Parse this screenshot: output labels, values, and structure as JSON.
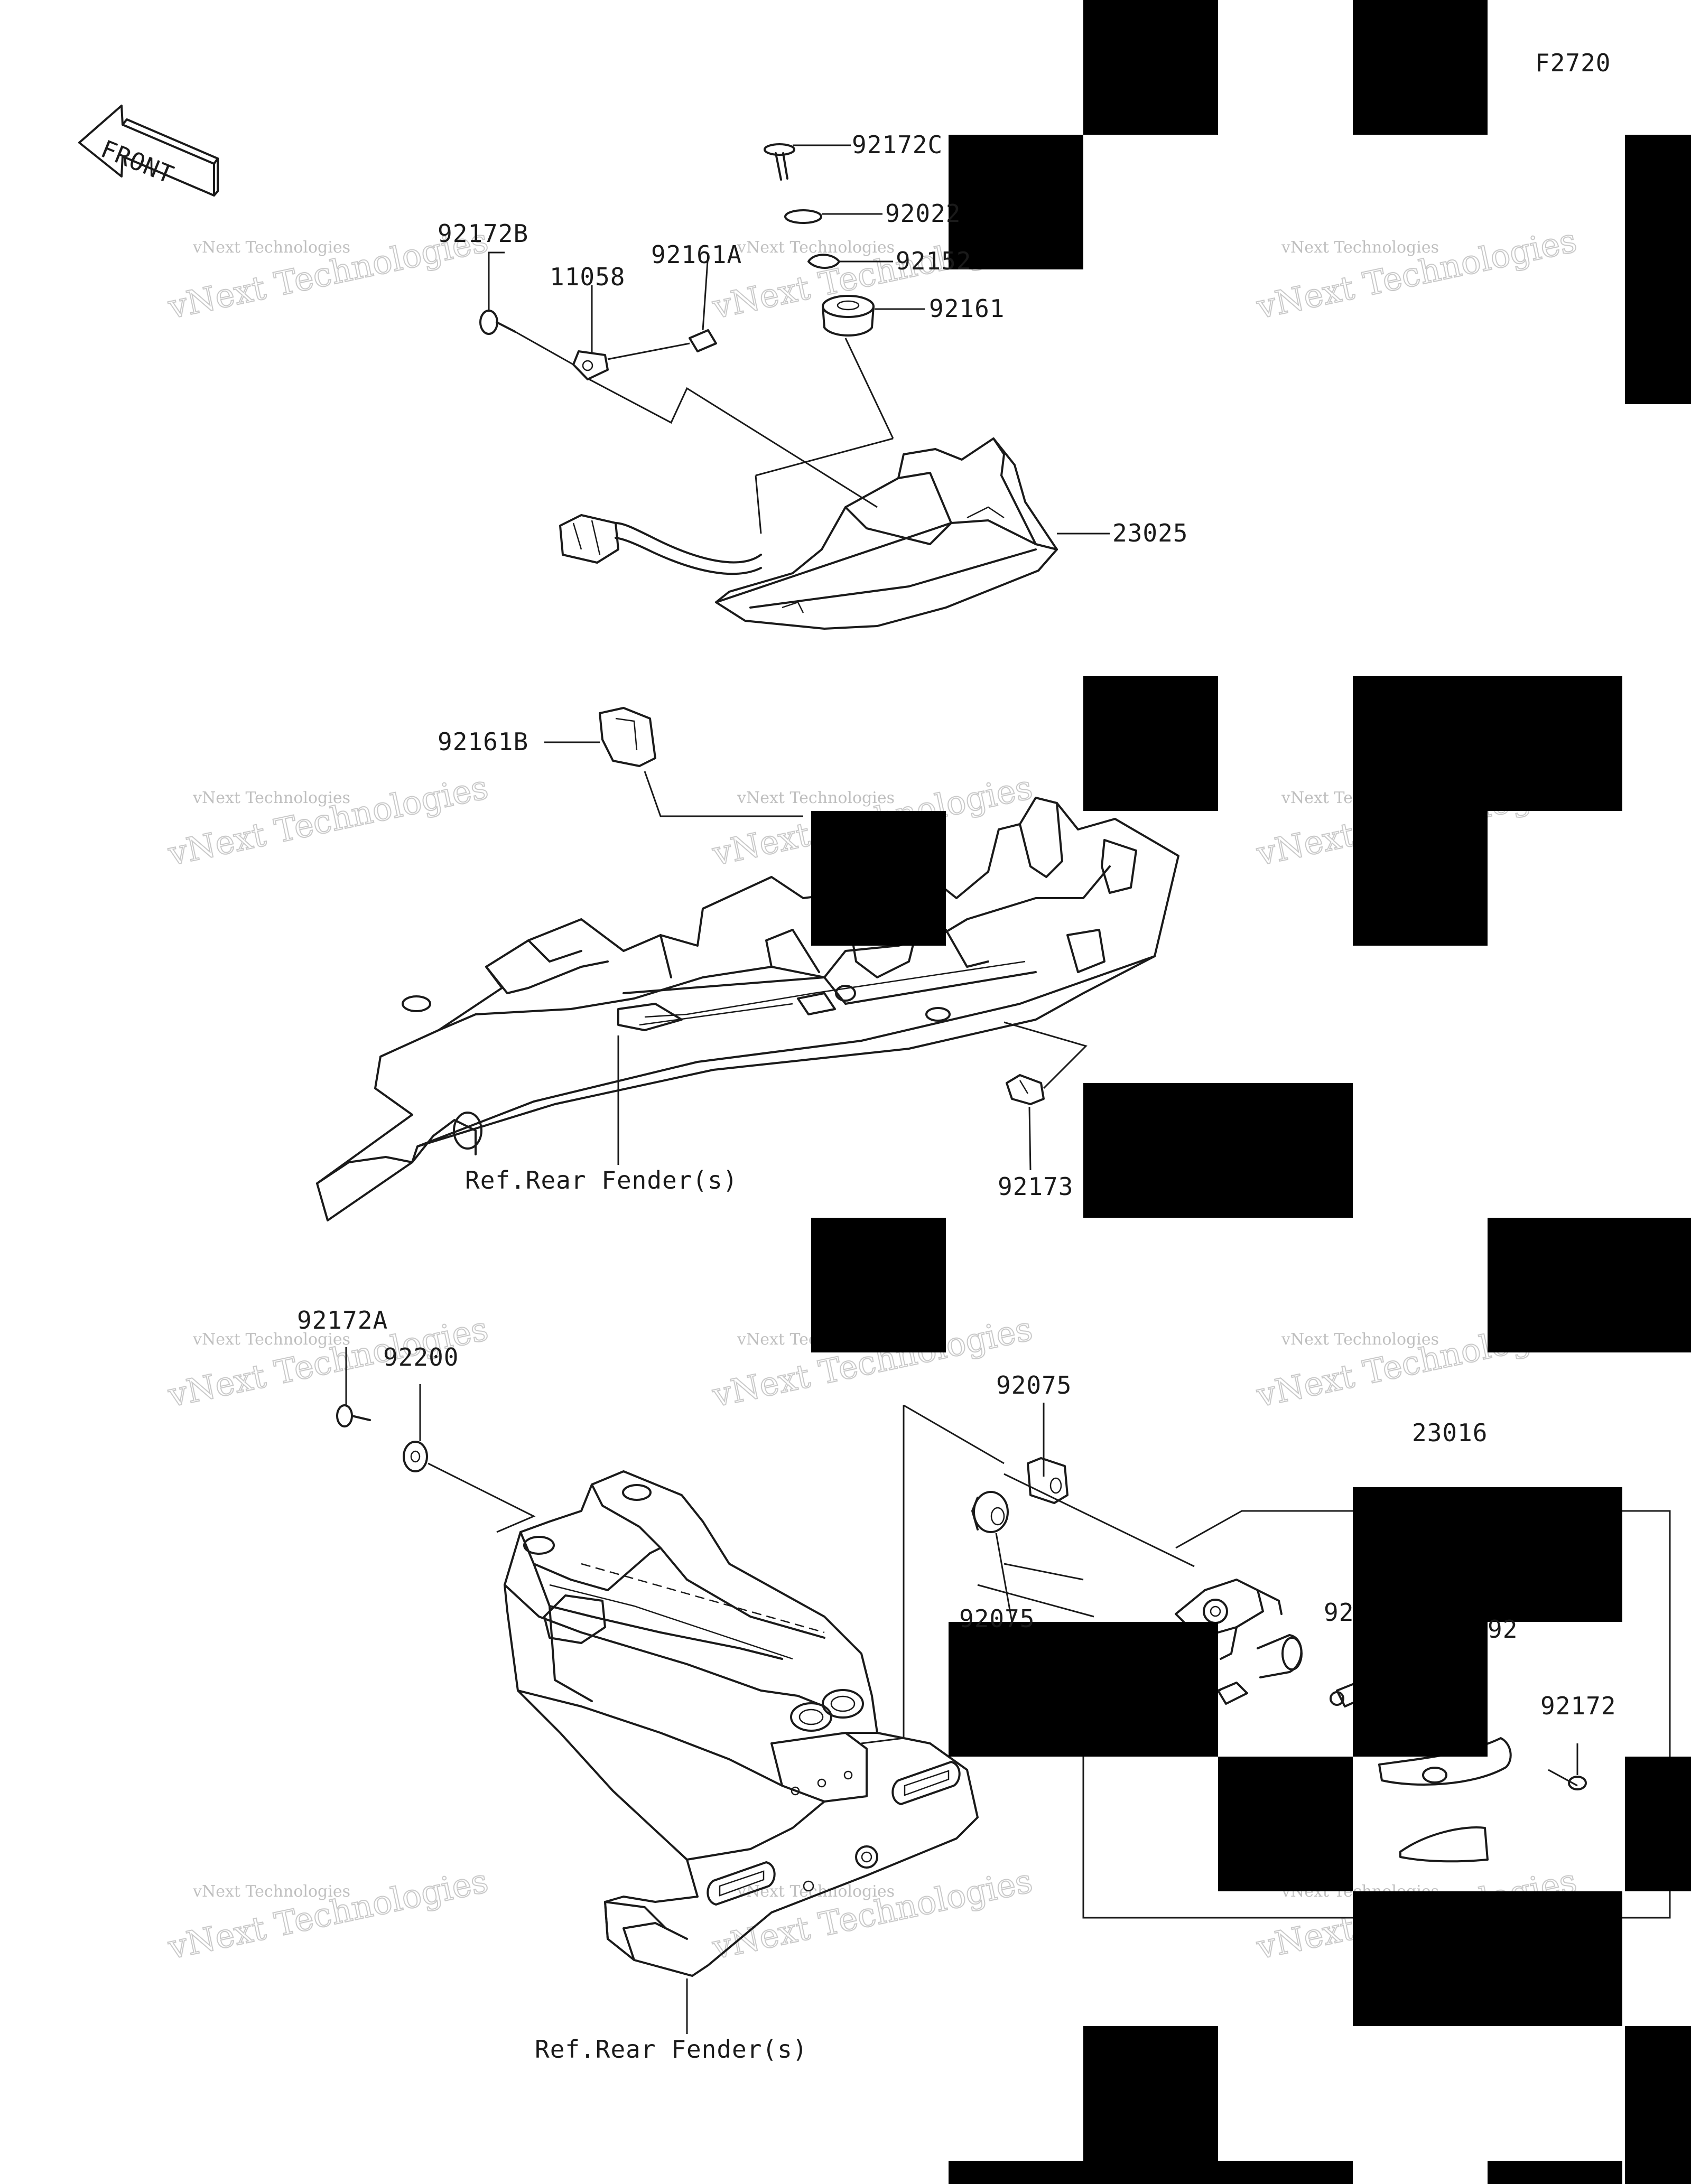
{
  "figure_code": "F2720",
  "front_arrow_label": "FRONT",
  "watermark": {
    "small": "vNext Technologies",
    "big": "vNext Technologies"
  },
  "reference_labels": {
    "upper": "Ref.Rear Fender(s)",
    "lower": "Ref.Rear Fender(s)"
  },
  "callouts": [
    {
      "id": "c-92172c",
      "text": "92172C"
    },
    {
      "id": "c-92022",
      "text": "92022"
    },
    {
      "id": "c-92152",
      "text": "92152"
    },
    {
      "id": "c-92161",
      "text": "92161"
    },
    {
      "id": "c-92172b",
      "text": "92172B"
    },
    {
      "id": "c-11058",
      "text": "11058"
    },
    {
      "id": "c-92161a",
      "text": "92161A"
    },
    {
      "id": "c-23025",
      "text": "23025"
    },
    {
      "id": "c-92161b",
      "text": "92161B"
    },
    {
      "id": "c-92173",
      "text": "92173"
    },
    {
      "id": "c-92172a",
      "text": "92172A"
    },
    {
      "id": "c-92200",
      "text": "92200"
    },
    {
      "id": "c-92075-top",
      "text": "92075"
    },
    {
      "id": "c-92075-bottom",
      "text": "92075"
    },
    {
      "id": "c-23016",
      "text": "23016"
    },
    {
      "id": "c-92-left",
      "text": "92"
    },
    {
      "id": "c-92-right",
      "text": "92"
    },
    {
      "id": "c-92172",
      "text": "92172"
    }
  ]
}
